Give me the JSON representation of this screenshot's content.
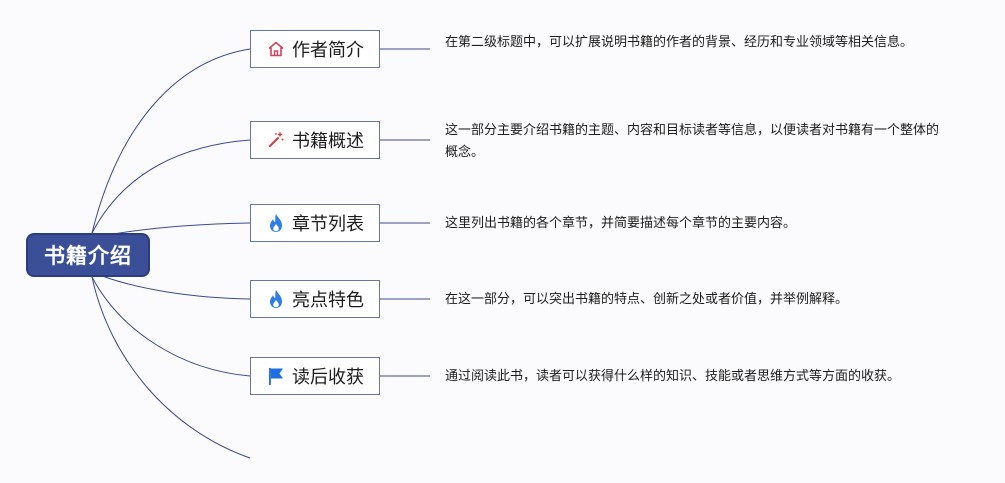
{
  "root": {
    "label": "书籍介绍"
  },
  "branches": [
    {
      "label": "作者简介",
      "icon": "house-icon",
      "description": "在第二级标题中，可以扩展说明书籍的作者的背景、经历和专业领域等相关信息。"
    },
    {
      "label": "书籍概述",
      "icon": "magic-wand-icon",
      "description": "这一部分主要介绍书籍的主题、内容和目标读者等信息，以便读者对书籍有一个整体的概念。"
    },
    {
      "label": "章节列表",
      "icon": "flame-icon",
      "description": "这里列出书籍的各个章节，并简要描述每个章节的主要内容。"
    },
    {
      "label": "亮点特色",
      "icon": "flame-icon",
      "description": "在这一部分，可以突出书籍的特点、创新之处或者价值，并举例解释。"
    },
    {
      "label": "读后收获",
      "icon": "flag-icon",
      "description": "通过阅读此书，读者可以获得什么样的知识、技能或者思维方式等方面的收获。"
    }
  ],
  "colors": {
    "root_fill": "#3a4f98",
    "connector": "#3d4a8f",
    "node_border": "#6a74a8",
    "house_icon": "#d4435c",
    "wand_icon": "#d83b3b",
    "flame_icon": "#2f7ee8",
    "flag_icon": "#1f6fe0"
  }
}
